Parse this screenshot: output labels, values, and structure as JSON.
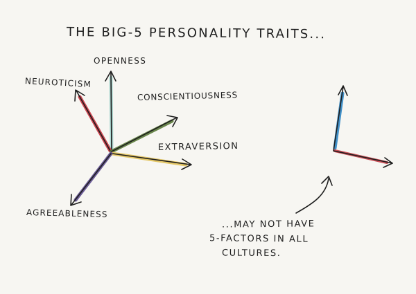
{
  "title": "The Big-5 personality traits...",
  "traits": {
    "openness": "Openness",
    "neuroticism": "Neuroticism",
    "conscientiousness": "Conscientiousness",
    "extraversion": "Extraversion",
    "agreeableness": "Agreeableness"
  },
  "caption_lines": [
    "...may not have",
    "5-factors in all",
    "cultures."
  ],
  "colors": {
    "openness": "#a8d6cf",
    "neuroticism": "#c8323f",
    "conscientiousness": "#5a7a3a",
    "extraversion": "#e3c35a",
    "agreeableness": "#5b4a8c",
    "two_factor_vertical": "#2e86c4",
    "two_factor_horizontal": "#c33b45",
    "ink": "#1e1e1e"
  }
}
